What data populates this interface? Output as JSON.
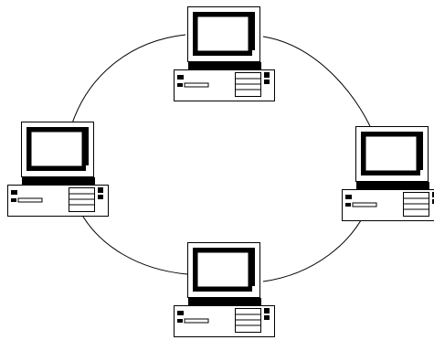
{
  "diagram": {
    "type": "ring-network-topology",
    "background_color": "#ffffff",
    "stroke_color": "#000000",
    "connection": "ring",
    "nodes": [
      {
        "id": "computer-top",
        "icon": "desktop-computer-icon"
      },
      {
        "id": "computer-right",
        "icon": "desktop-computer-icon"
      },
      {
        "id": "computer-bottom",
        "icon": "desktop-computer-icon"
      },
      {
        "id": "computer-left",
        "icon": "desktop-computer-icon"
      }
    ]
  }
}
